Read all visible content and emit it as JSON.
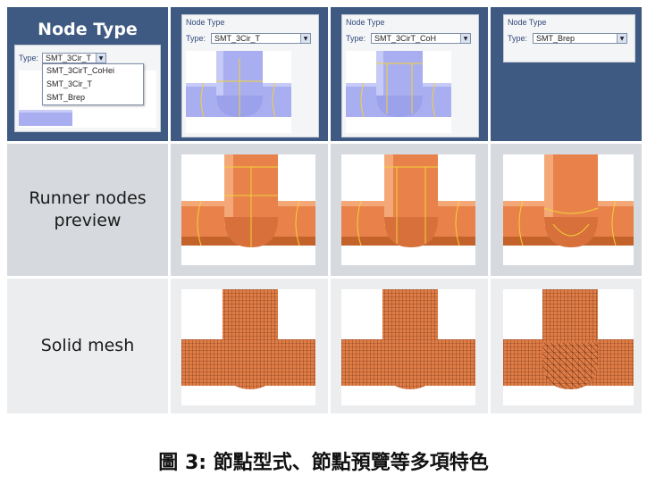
{
  "header": {
    "title": "Node Type",
    "panel_title": "Node Type",
    "type_label": "Type:"
  },
  "columns": [
    {
      "selected": "SMT_3Cir_T",
      "options": [
        "SMT_3CirT_CoHei",
        "SMT_3Cir_T",
        "SMT_Brep"
      ]
    },
    {
      "selected": "SMT_3Cir_T"
    },
    {
      "selected": "SMT_3CirT_CoH"
    },
    {
      "selected": "SMT_Brep"
    }
  ],
  "rows": {
    "preview_label_line1": "Runner nodes",
    "preview_label_line2": "preview",
    "mesh_label": "Solid mesh"
  },
  "caption": "圖 3: 節點型式、節點預覽等多項特色",
  "colors": {
    "header_bg": "#3e5a82",
    "row2_bg": "#d6d9de",
    "row3_bg": "#ecedef",
    "pipe_blue": "#a9aef0",
    "pipe_orange": "#e8824a",
    "node_line": "#f2d23a"
  }
}
